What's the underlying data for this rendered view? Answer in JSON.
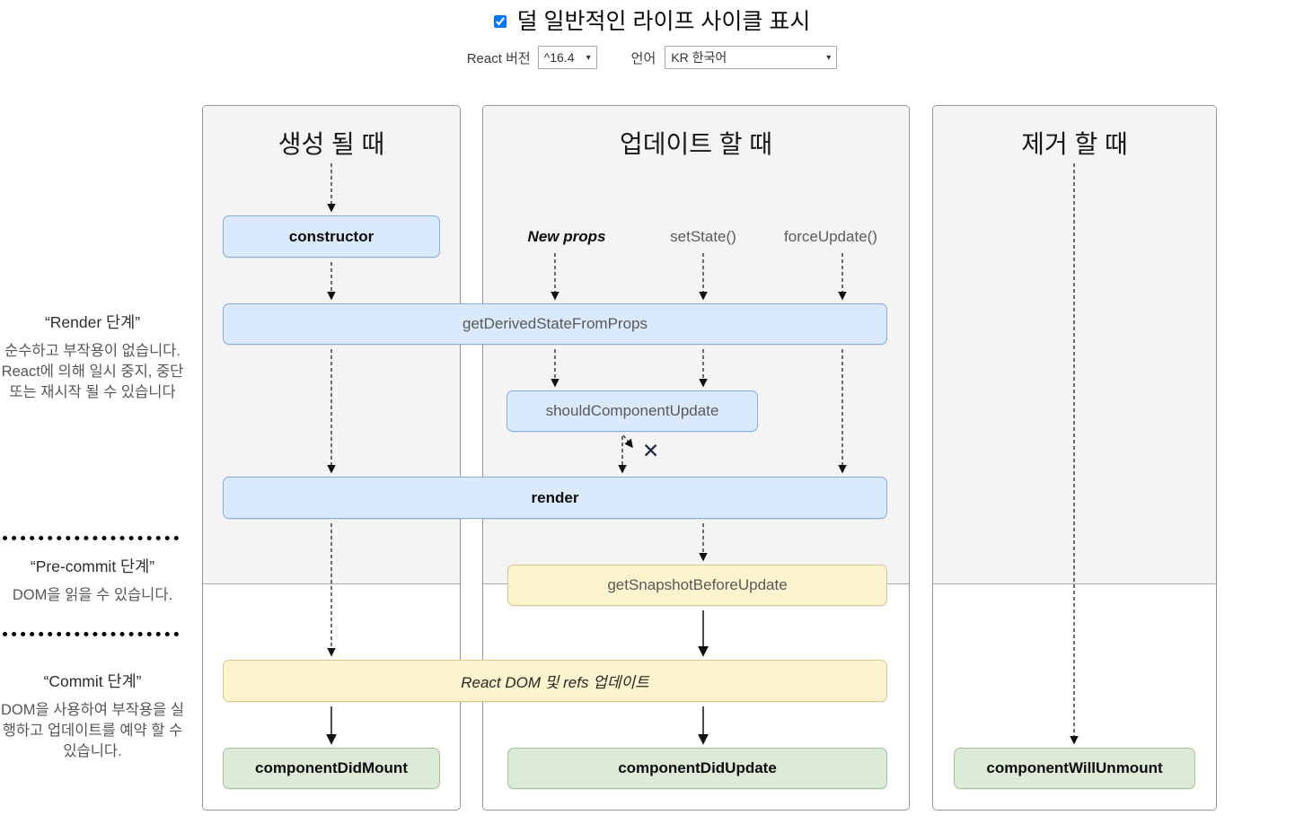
{
  "header": {
    "toggle_label": "덜 일반적인 라이프 사이클 표시",
    "toggle_checked": true,
    "react_version_label": "React 버전",
    "react_version_value": "^16.4",
    "language_label": "언어",
    "language_value": "KR 한국어"
  },
  "icons": {
    "dropdown": "▾"
  },
  "columns": [
    {
      "title": "생성 될 때"
    },
    {
      "title": "업데이트 할 때"
    },
    {
      "title": "제거 할 때"
    }
  ],
  "triggers": [
    "New props",
    "setState()",
    "forceUpdate()"
  ],
  "methods": {
    "constructor": "constructor",
    "get_derived_state_from_props": "getDerivedStateFromProps",
    "should_component_update": "shouldComponentUpdate",
    "render": "render",
    "get_snapshot_before_update": "getSnapshotBeforeUpdate",
    "react_dom_update": "React DOM 및 refs 업데이트",
    "component_did_mount": "componentDidMount",
    "component_did_update": "componentDidUpdate",
    "component_will_unmount": "componentWillUnmount"
  },
  "phases": [
    {
      "title": "“Render 단계”",
      "description": "순수하고 부작용이 없습니다. React에 의해 일시 중지, 중단 또는 재시작 될 수 있습니다"
    },
    {
      "title": "“Pre-commit 단계”",
      "description": "DOM을 읽을 수 있습니다."
    },
    {
      "title": "“Commit 단계”",
      "description": "DOM을 사용하여 부작용을 실행하고 업데이트를 예약 할 수 있습니다."
    }
  ],
  "marks": {
    "bailout": "✕"
  },
  "colors": {
    "panel_shade": "#f4f4f4",
    "panel_border": "#969696",
    "box_blue_bg": "#dbe9fc",
    "box_blue_border": "#86ade2",
    "box_yellow_bg": "#fcf3cf",
    "box_yellow_border": "#dcc78c",
    "box_green_bg": "#dcead7",
    "box_green_border": "#9fc693"
  }
}
